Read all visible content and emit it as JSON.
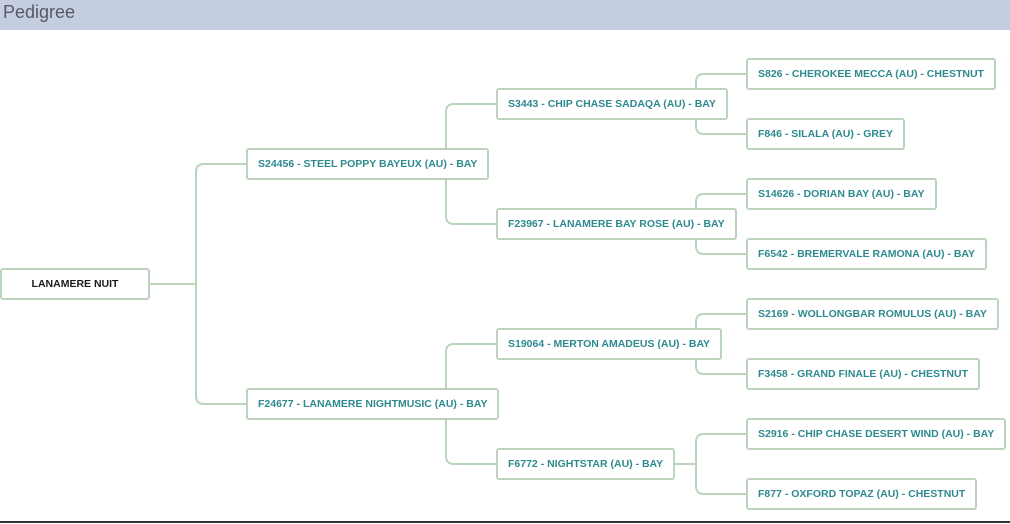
{
  "header": {
    "title": "Pedigree"
  },
  "pedigree": {
    "root": {
      "label": "LANAMERE NUIT"
    },
    "sire": {
      "label": "S24456 - STEEL POPPY BAYEUX (AU) - BAY"
    },
    "dam": {
      "label": "F24677 - LANAMERE NIGHTMUSIC (AU) - BAY"
    },
    "sire_sire": {
      "label": "S3443 - CHIP CHASE SADAQA (AU) - BAY"
    },
    "sire_dam": {
      "label": "F23967 - LANAMERE BAY ROSE (AU) - BAY"
    },
    "dam_sire": {
      "label": "S19064 - MERTON AMADEUS (AU) - BAY"
    },
    "dam_dam": {
      "label": "F6772 - NIGHTSTAR (AU) - BAY"
    },
    "sire_sire_sire": {
      "label": "S826 - CHEROKEE MECCA (AU) - CHESTNUT"
    },
    "sire_sire_dam": {
      "label": "F846 - SILALA (AU) - GREY"
    },
    "sire_dam_sire": {
      "label": "S14626 - DORIAN BAY (AU) - BAY"
    },
    "sire_dam_dam": {
      "label": "F6542 - BREMERVALE RAMONA (AU) - BAY"
    },
    "dam_sire_sire": {
      "label": "S2169 - WOLLONGBAR ROMULUS (AU) - BAY"
    },
    "dam_sire_dam": {
      "label": "F3458 - GRAND FINALE (AU) - CHESTNUT"
    },
    "dam_dam_sire": {
      "label": "S2916 - CHIP CHASE DESERT WIND (AU) - BAY"
    },
    "dam_dam_dam": {
      "label": "F877 - OXFORD TOPAZ (AU) - CHESTNUT"
    }
  },
  "colors": {
    "header_bg": "#c5cde0",
    "node_border": "#bcd4bc",
    "link_text": "#2e8a8f",
    "root_text": "#1a1a1a"
  }
}
